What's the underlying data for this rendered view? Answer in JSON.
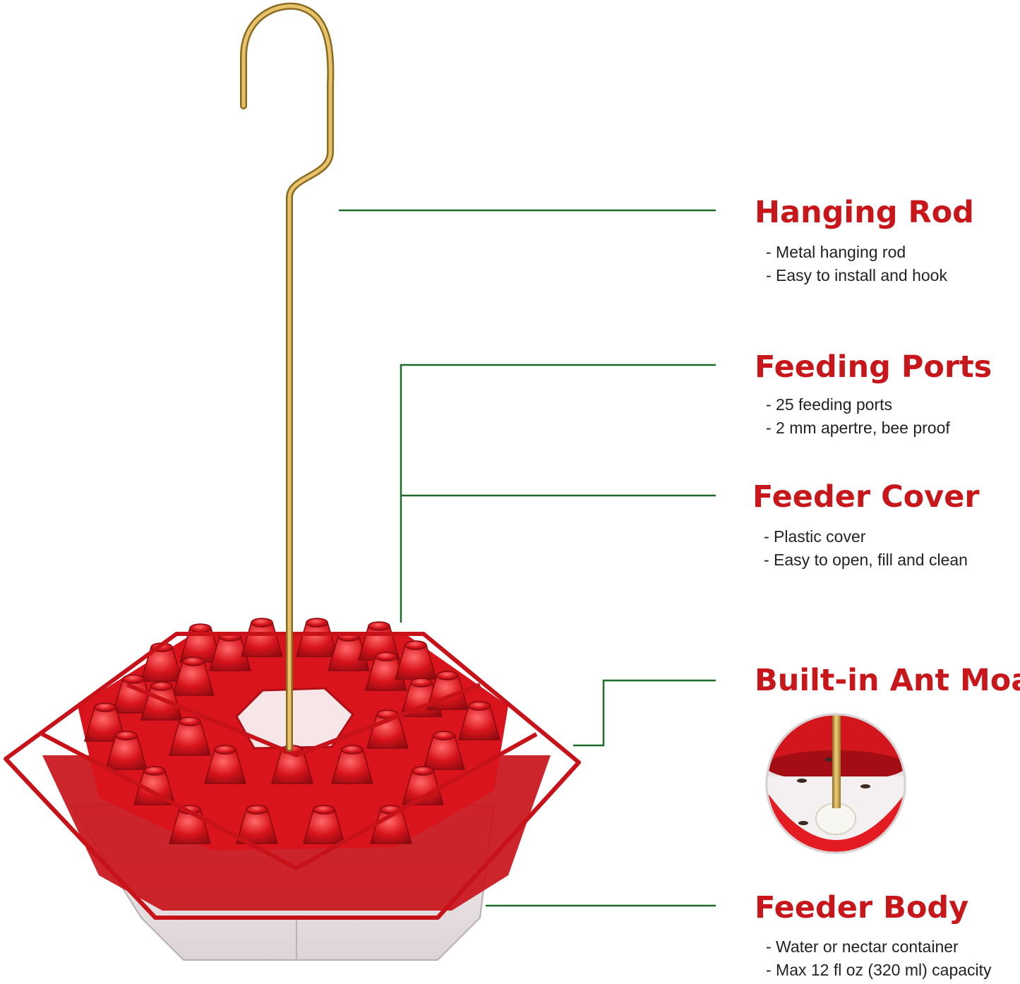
{
  "colors": {
    "title_red": "#c8171b",
    "leader_green": "#1f6b2a",
    "feeder_red": "#d0121a",
    "rod_gold": "#c9a24a"
  },
  "icons": [
    "hanging-hook-icon",
    "hummingbird-feeder-image",
    "ant-moat-detail-image"
  ],
  "labels": {
    "hanging_rod": {
      "title": "Hanging Rod",
      "bullets": [
        "- Metal hanging rod",
        "- Easy to install and hook"
      ]
    },
    "feeding_ports": {
      "title": "Feeding Ports",
      "bullets": [
        "- 25 feeding ports",
        "- 2 mm apertre, bee proof"
      ]
    },
    "feeder_cover": {
      "title": "Feeder Cover",
      "bullets": [
        "- Plastic cover",
        "- Easy to open, fill and clean"
      ]
    },
    "ant_moat": {
      "title": "Built-in Ant Moat"
    },
    "feeder_body": {
      "title": "Feeder Body",
      "bullets": [
        "- Water or nectar container",
        "- Max 12 fl oz (320 ml) capacity"
      ]
    }
  }
}
